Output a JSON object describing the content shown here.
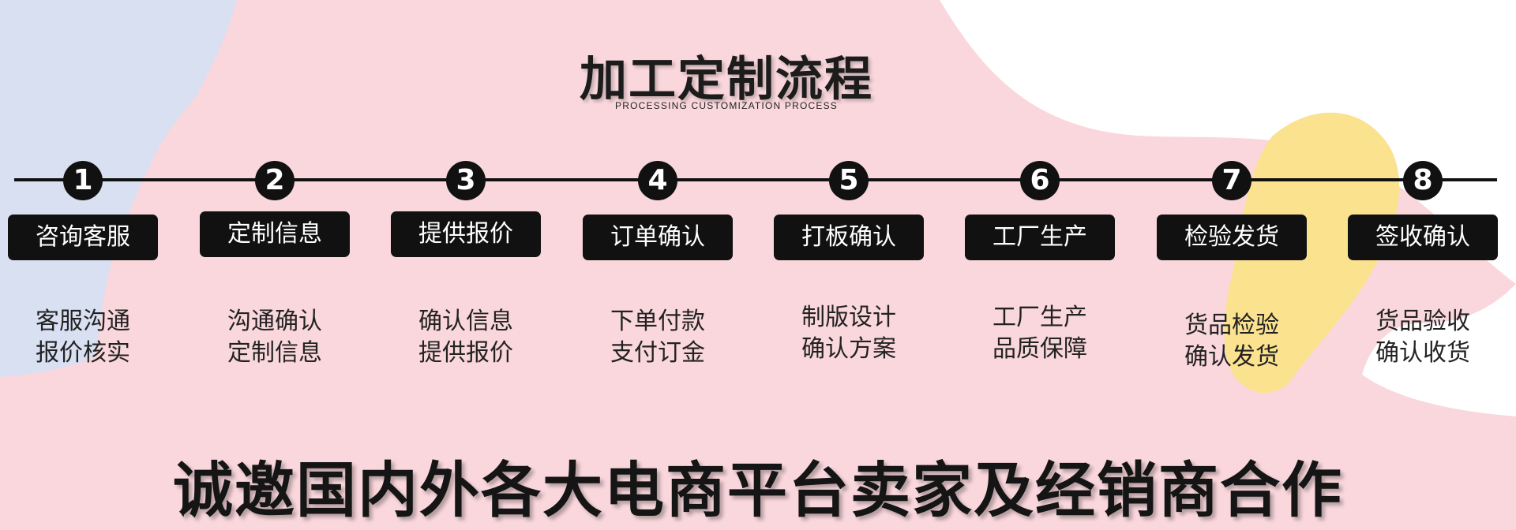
{
  "header": {
    "title": "加工定制流程",
    "subtitle": "PROCESSING CUSTOMIZATION PROCESS"
  },
  "steps": [
    {
      "number": "1",
      "label": "咨询客服",
      "desc": [
        "客服沟通",
        "报价核实"
      ]
    },
    {
      "number": "2",
      "label": "定制信息",
      "desc": [
        "沟通确认",
        "定制信息"
      ]
    },
    {
      "number": "3",
      "label": "提供报价",
      "desc": [
        "确认信息",
        "提供报价"
      ]
    },
    {
      "number": "4",
      "label": "订单确认",
      "desc": [
        "下单付款",
        "支付订金"
      ]
    },
    {
      "number": "5",
      "label": "打板确认",
      "desc": [
        "制版设计",
        "确认方案"
      ]
    },
    {
      "number": "6",
      "label": "工厂生产",
      "desc": [
        "工厂生产",
        "品质保障"
      ]
    },
    {
      "number": "7",
      "label": "检验发货",
      "desc": [
        "货品检验",
        "确认发货"
      ]
    },
    {
      "number": "8",
      "label": "签收确认",
      "desc": [
        "货品验收",
        "确认收货"
      ]
    }
  ],
  "slogan": "诚邀国内外各大电商平台卖家及经销商合作",
  "colors": {
    "pink_background": "#f9d7dc",
    "blue_accent": "#d8e0f2",
    "yellow_accent": "#fbe28f",
    "black": "#111111"
  }
}
